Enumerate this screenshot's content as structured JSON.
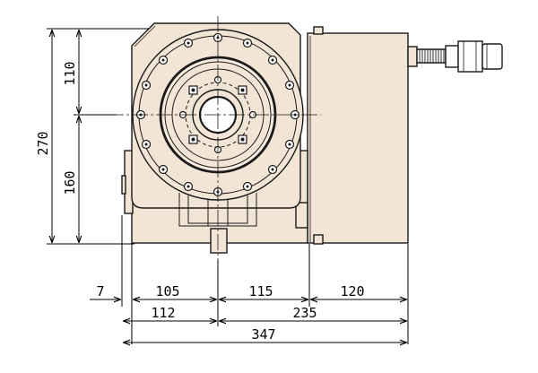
{
  "dimensions": {
    "height_total": "270",
    "height_upper": "110",
    "height_lower": "160",
    "offset_left": "7",
    "seg_105": "105",
    "seg_115": "115",
    "seg_120": "120",
    "span_112": "112",
    "span_235": "235",
    "overall_width": "347"
  },
  "colors": {
    "body_fill": "#f3e5d5",
    "outline": "#1a1a1a",
    "dim_line": "#000000"
  }
}
